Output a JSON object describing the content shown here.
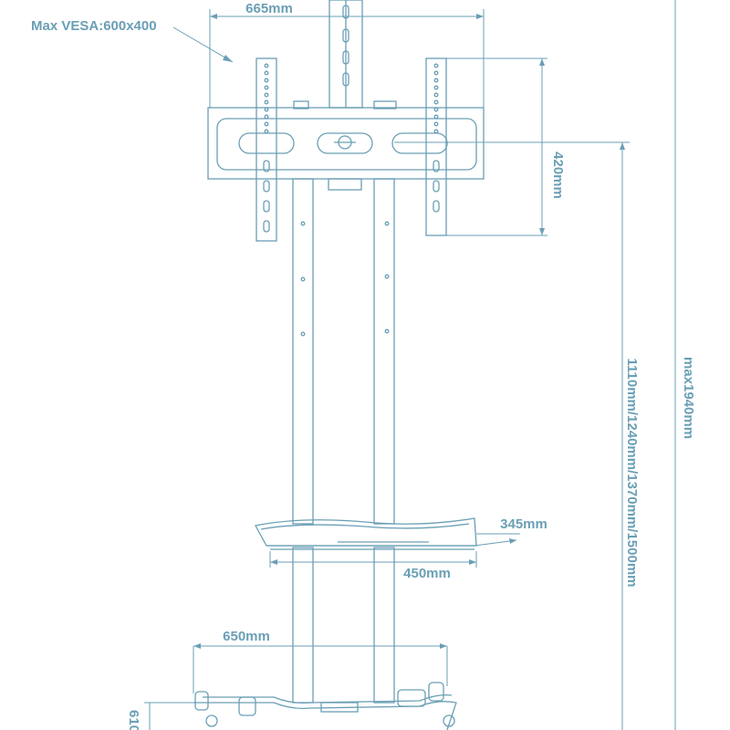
{
  "colors": {
    "line": "#6a9fb5",
    "text": "#6a9fb5",
    "background": "#ffffff"
  },
  "labels": {
    "vesa": "Max VESA:600x400",
    "width_bracket": "665mm",
    "height_bracket": "420mm",
    "height_range": "1110mm/1240mm/1370mm/1500mm",
    "height_max": "max1940mm",
    "shelf_depth": "345mm",
    "shelf_width": "450mm",
    "base_width": "650mm",
    "base_depth": "610"
  }
}
